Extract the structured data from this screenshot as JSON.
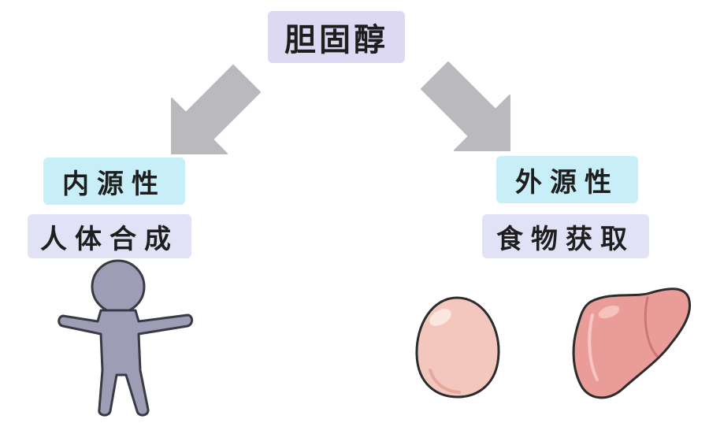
{
  "title": "胆固醇",
  "left": {
    "category": "内源性",
    "description": "人体合成"
  },
  "right": {
    "category": "外源性",
    "description": "食物获取"
  },
  "colors": {
    "title_bg": "#ddd9f2",
    "category_bg": "#c8eef8",
    "description_bg": "#e2e2f6",
    "arrow": "#b9b9be",
    "figure": "#9d9db5",
    "egg": "#f3c7bd",
    "liver": "#e99c98"
  },
  "icons": [
    "left-arrow-icon",
    "right-arrow-icon",
    "human-figure-icon",
    "egg-icon",
    "liver-icon"
  ]
}
